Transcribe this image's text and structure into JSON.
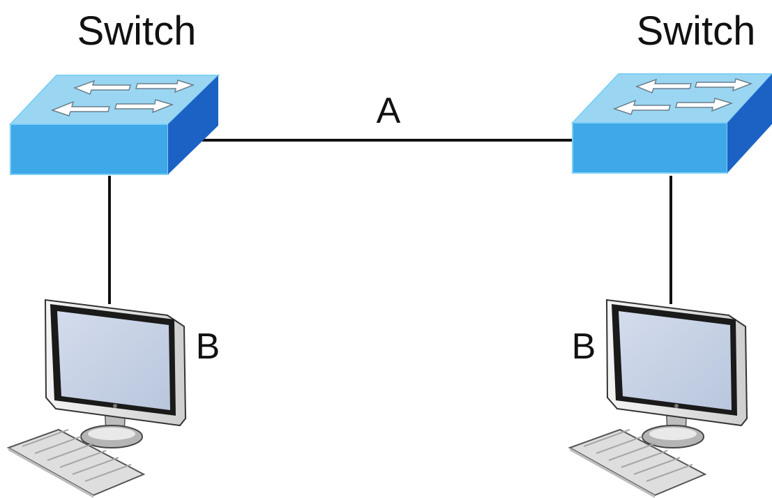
{
  "labels": {
    "switch_left": "Switch",
    "switch_right": "Switch",
    "link_label": "A",
    "host_left_label": "B",
    "host_right_label": "B"
  },
  "icons": {
    "switch": "switch-icon",
    "computer": "computer-icon"
  },
  "colors": {
    "line": "#111111",
    "switch_top": "#9ad6f2",
    "switch_front": "#3ea8e8",
    "switch_side": "#1b62c4",
    "switch_edge": "#7fd0f6",
    "monitor_frame": "#e6e6e6",
    "monitor_bezel": "#1a1a1a",
    "screen": "#c7d3e6",
    "keyboard": "#dedede"
  }
}
